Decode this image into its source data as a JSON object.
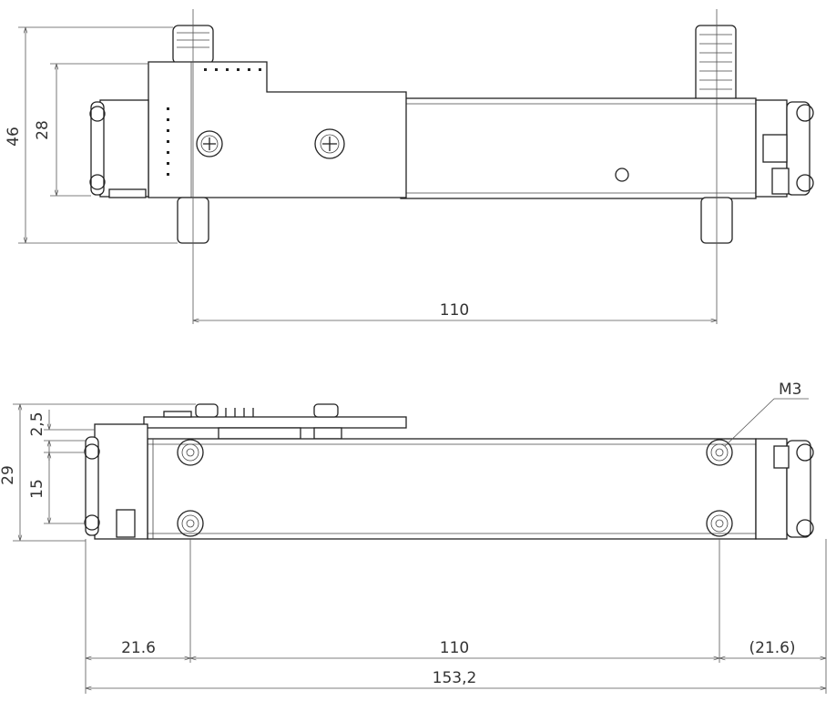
{
  "colors": {
    "line": "#222222",
    "dimension": "#555555",
    "background": "#ffffff"
  },
  "top_view": {
    "dim_height_total": "46",
    "dim_height_inner": "28",
    "dim_mount_spacing": "110"
  },
  "side_view": {
    "dim_height_total": "29",
    "dim_top_offset": "2,5",
    "dim_hole_spacing_v": "15",
    "label_thread": "M3",
    "dim_left_offset": "21.6",
    "dim_hole_spacing_h": "110",
    "dim_right_offset": "(21.6)",
    "dim_overall_length": "153,2"
  }
}
